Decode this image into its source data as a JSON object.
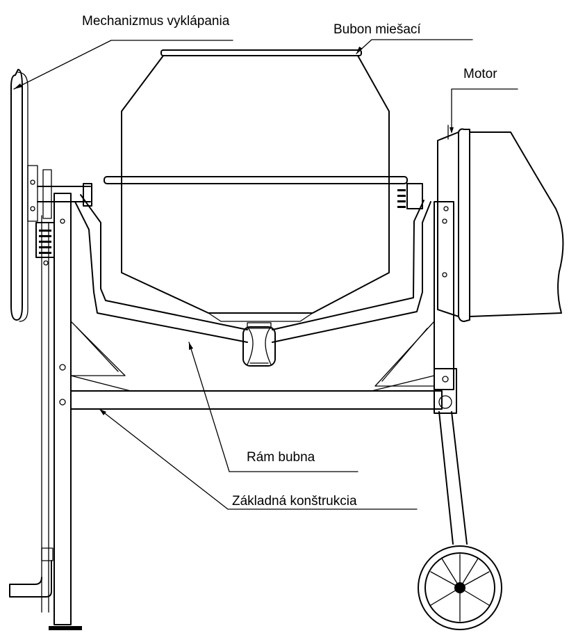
{
  "labels": {
    "tilting_mechanism": "Mechanizmus vyklápania",
    "mixing_drum": "Bubon miešací",
    "motor": "Motor",
    "drum_frame": "Rám bubna",
    "base_structure": "Základná konštrukcia"
  }
}
